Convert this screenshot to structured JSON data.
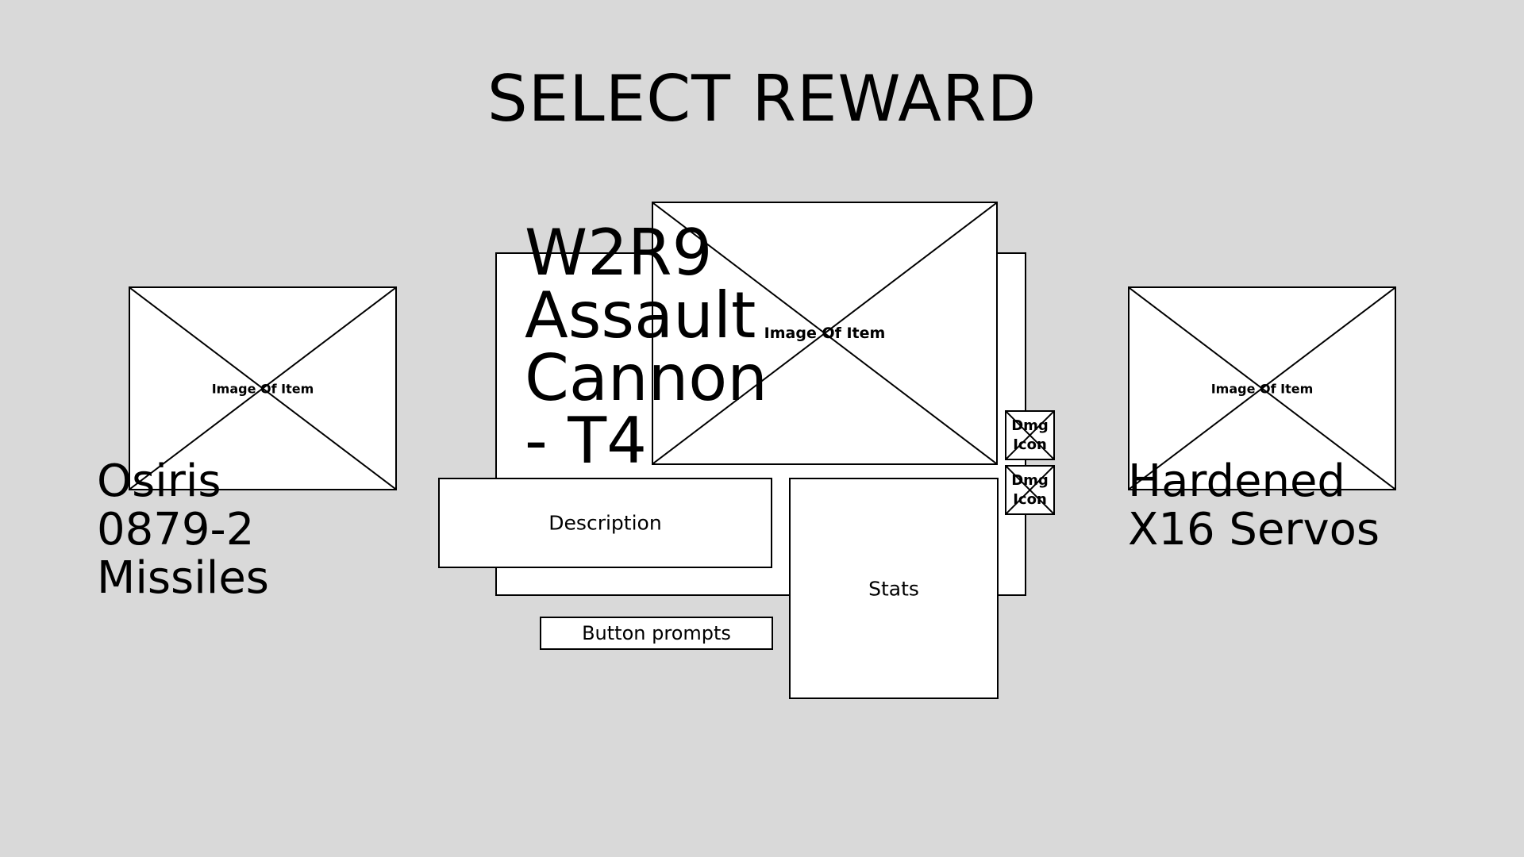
{
  "screen": {
    "title": "SELECT REWARD"
  },
  "rewards": {
    "left": {
      "name_lines": [
        "Osiris",
        "0879-2",
        "Missiles"
      ],
      "image_label": "Image Of Item"
    },
    "center": {
      "name_lines": [
        "W2R9",
        "Assault",
        "Cannon",
        "- T4"
      ],
      "image_label": "Image Of Item",
      "description_label": "Description",
      "stats_label": "Stats",
      "button_prompts_label": "Button prompts",
      "dmg_icons": [
        {
          "label_lines": [
            "Dmg",
            "Icon"
          ],
          "icon": "damage-type-icon"
        },
        {
          "label_lines": [
            "Dmg",
            "Icon"
          ],
          "icon": "damage-type-icon"
        }
      ]
    },
    "right": {
      "name_lines": [
        "Hardened",
        "X16 Servos"
      ],
      "image_label": "Image Of Item"
    }
  }
}
